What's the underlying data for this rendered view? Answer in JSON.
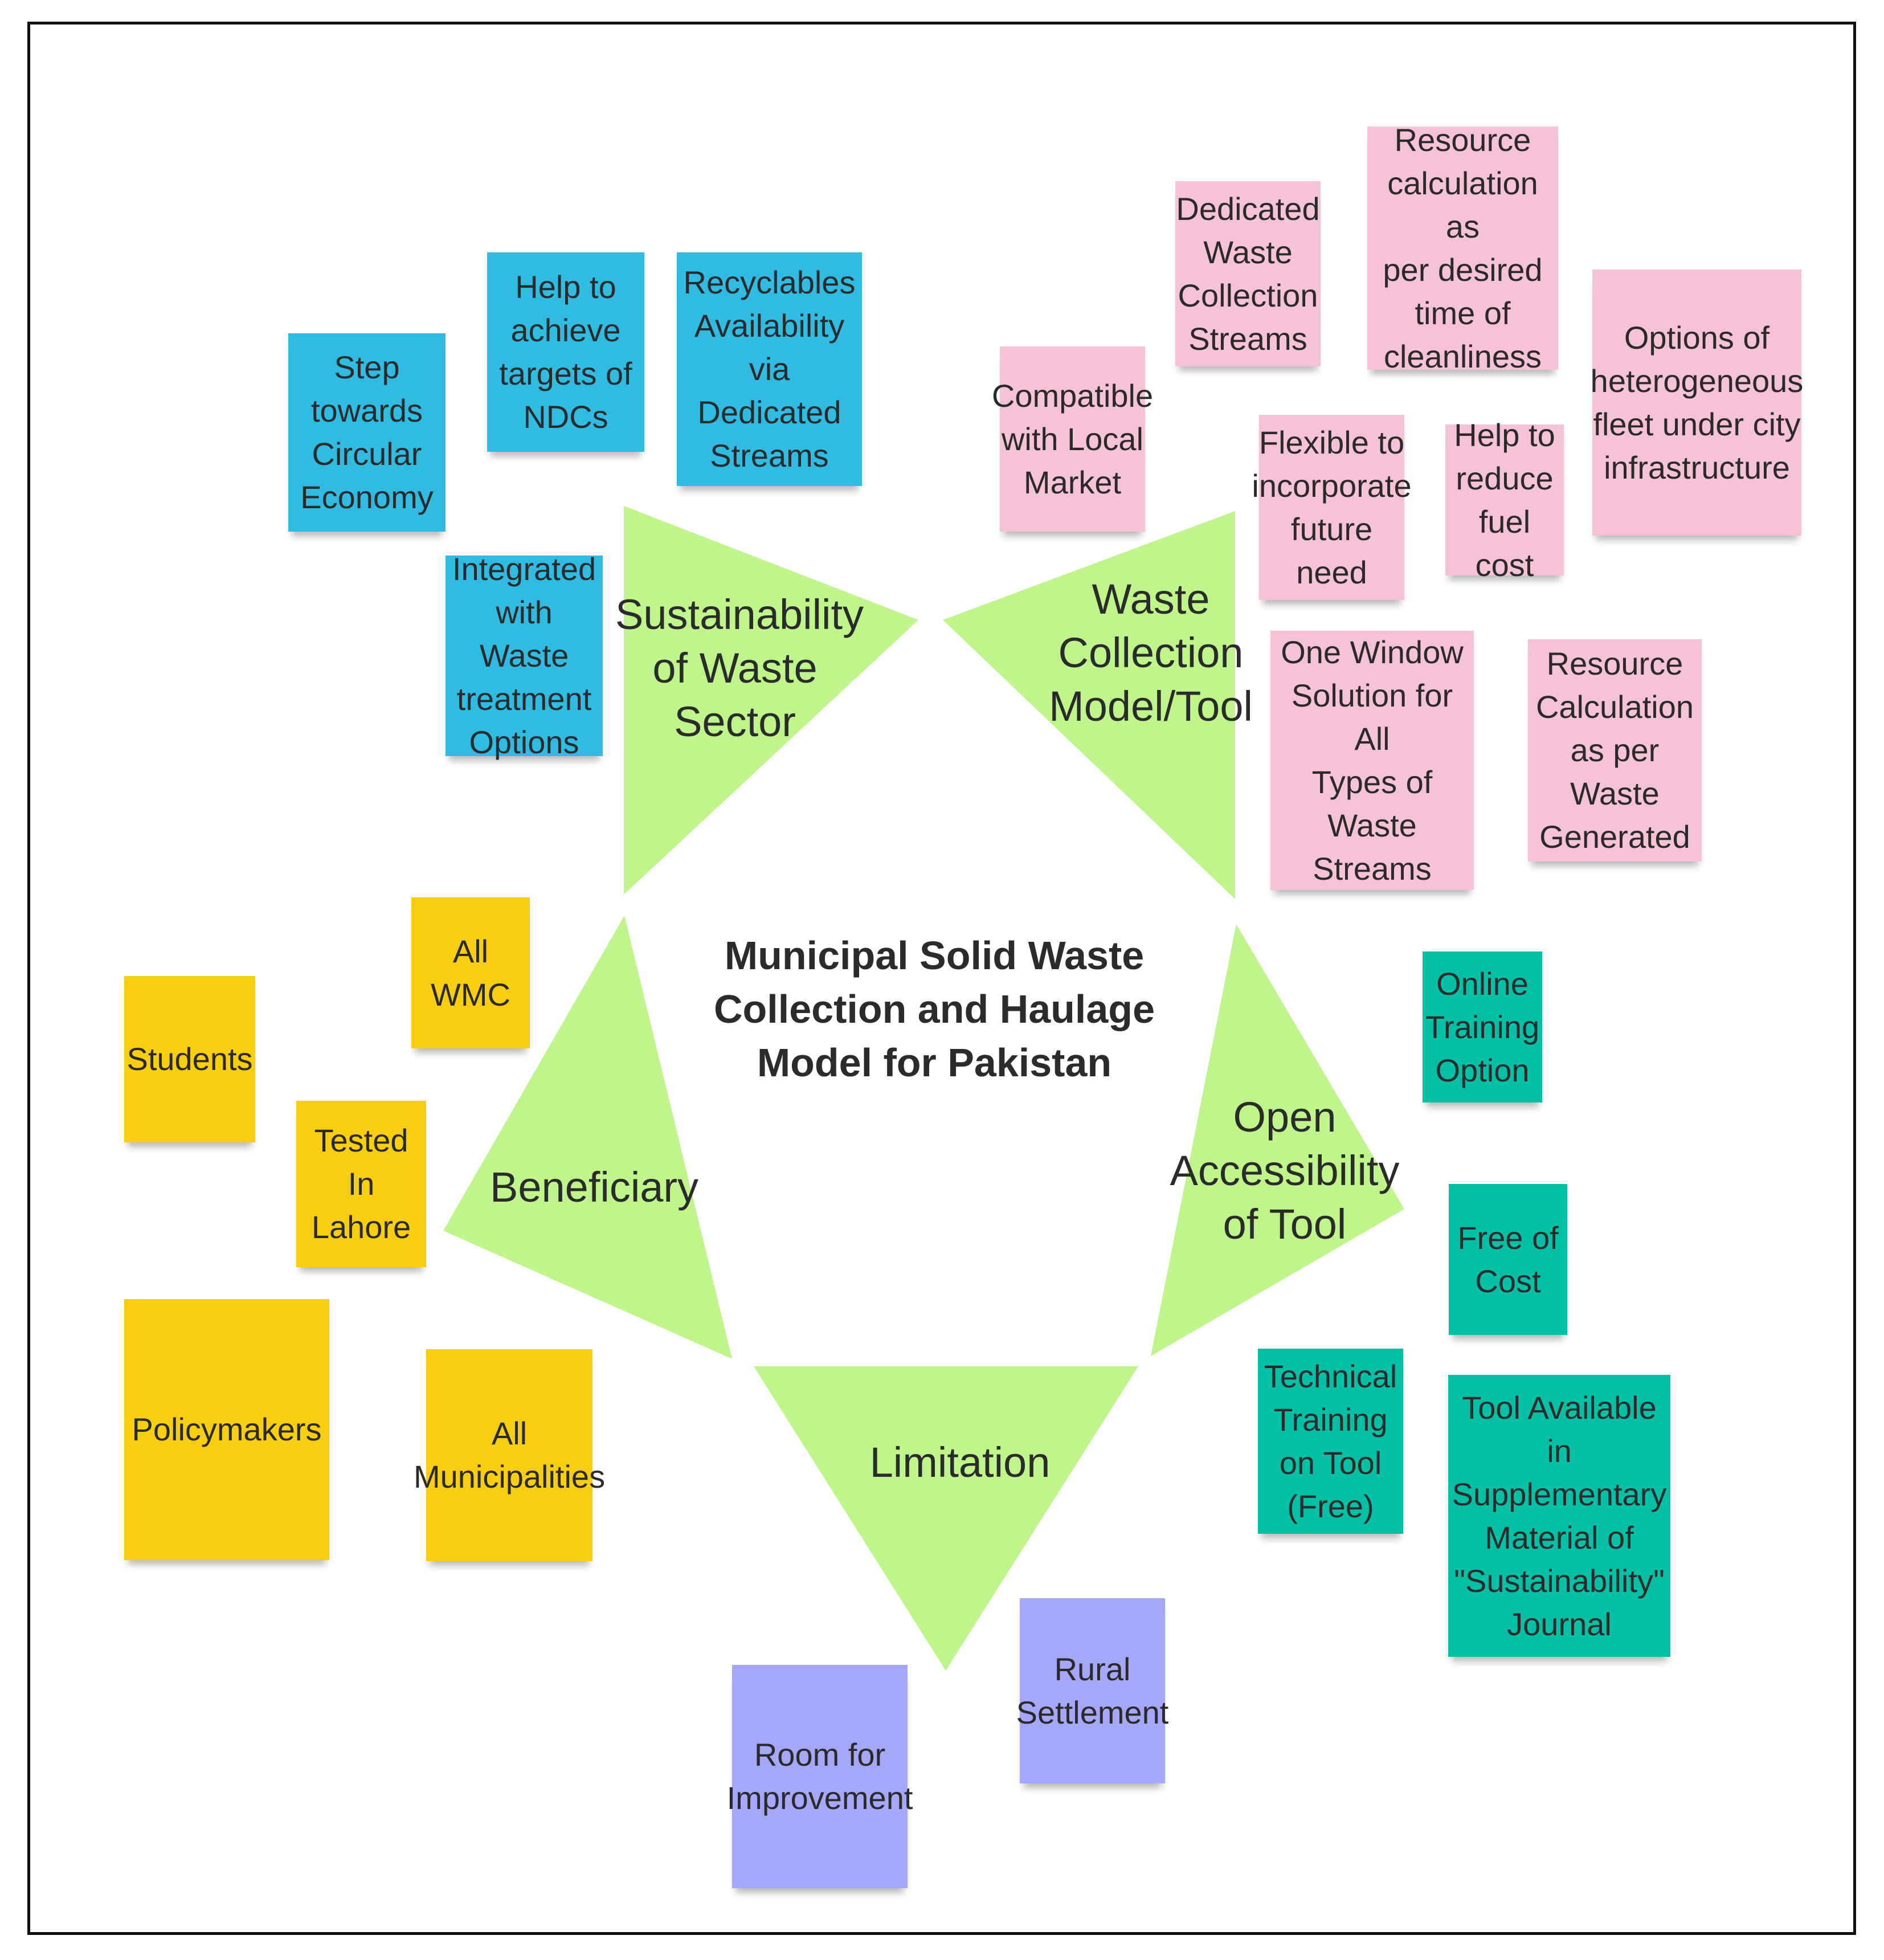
{
  "title": "Municipal Solid Waste\nCollection and Haulage\nModel for Pakistan",
  "colors": {
    "triangle": "#bff58a",
    "sustainability_notes": "#2fbbe2",
    "collection_notes": "#f6c2d7",
    "accessibility_notes": "#06c0a5",
    "beneficiary_notes": "#f9cd10",
    "limitation_notes": "#a5a7f8"
  },
  "triangles": {
    "sustainability": "Sustainability\nof Waste\nSector",
    "collection": "Waste\nCollection\nModel/Tool",
    "accessibility": "Open\nAccessibility\nof Tool",
    "limitation": "Limitation",
    "beneficiary": "Beneficiary"
  },
  "notes": {
    "sustainability": [
      "Step\ntowards\nCircular\nEconomy",
      "Help to\nachieve\ntargets of\nNDCs",
      "Recyclables\nAvailability\nvia\nDedicated\nStreams",
      "Integrated\nwith Waste\ntreatment\nOptions"
    ],
    "collection": [
      "Dedicated\nWaste\nCollection\nStreams",
      "Resource\ncalculation as\nper desired\ntime of\ncleanliness",
      "Options of\nheterogeneous\nfleet under city\ninfrastructure",
      "Compatible\nwith Local\nMarket",
      "Flexible to\nincorporate\nfuture\nneed",
      "Help to\nreduce\nfuel cost",
      "One Window\nSolution for All\nTypes of\nWaste\nStreams",
      "Resource\nCalculation\nas per\nWaste\nGenerated"
    ],
    "accessibility": [
      "Online\nTraining\nOption",
      "Free of\nCost",
      "Technical\nTraining\non Tool\n(Free)",
      "Tool Available in\nSupplementary\nMaterial of\n\"Sustainability\"\nJournal"
    ],
    "beneficiary": [
      "All\nWMC",
      "Students",
      "Tested\nIn\nLahore",
      "Policymakers",
      "All\nMunicipalities"
    ],
    "limitation": [
      "Room for\nImprovement",
      "Rural\nSettlement"
    ]
  }
}
